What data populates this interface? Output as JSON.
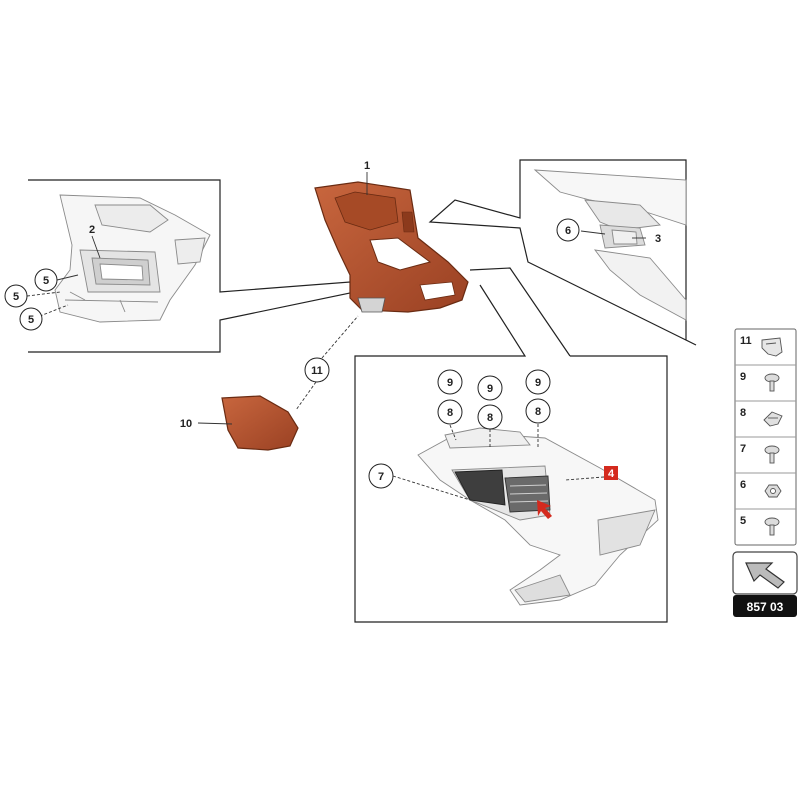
{
  "callouts": {
    "c1": "1",
    "c2": "2",
    "c3": "3",
    "c4": "4",
    "c5a": "5",
    "c5b": "5",
    "c5c": "5",
    "c6": "6",
    "c7": "7",
    "c8a": "8",
    "c8b": "8",
    "c8c": "8",
    "c9a": "9",
    "c9b": "9",
    "c9c": "9",
    "c10": "10",
    "c11": "11"
  },
  "legend": {
    "items": [
      "11",
      "9",
      "8",
      "7",
      "6",
      "5"
    ]
  },
  "reference": "857 03",
  "colors": {
    "part": "#b5532f",
    "part_dark": "#7a3418",
    "highlight": "#cc3322",
    "line": "#222222",
    "sketch": "#999999"
  },
  "icons": {
    "nav": "arrow-icon",
    "highlight": "red-pointer-arrow-icon"
  }
}
